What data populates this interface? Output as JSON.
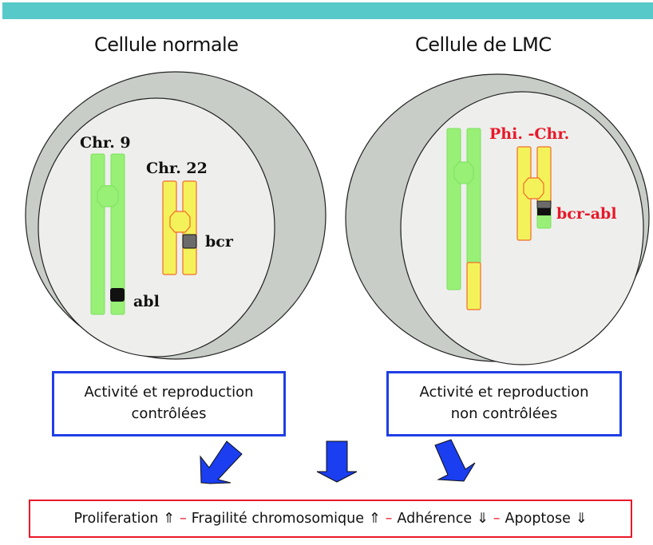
{
  "header": {
    "bar_color": "#57c9c9"
  },
  "panels": {
    "left": {
      "title": "Cellule normale",
      "labels": {
        "chr9": "Chr. 9",
        "chr22": "Chr. 22",
        "bcr": "bcr",
        "abl": "abl"
      }
    },
    "right": {
      "title": "Cellule de LMC",
      "labels": {
        "philadelphia": "Phi. -Chr.",
        "fusion": "bcr-abl"
      }
    }
  },
  "boxes": {
    "left": {
      "line1": "Activité et reproduction",
      "line2": "contrôlées"
    },
    "right": {
      "line1": "Activité et reproduction",
      "line2": "non contrôlées"
    }
  },
  "summary": {
    "items": [
      {
        "label": "Proliferation",
        "arrow": "⇑",
        "trend": "up"
      },
      {
        "label": "Fragilité chromosomique",
        "arrow": "⇑",
        "trend": "up"
      },
      {
        "label": "Adhérence",
        "arrow": "⇓",
        "trend": "down"
      },
      {
        "label": "Apoptose",
        "arrow": "⇓",
        "trend": "down"
      }
    ],
    "separator": "–"
  },
  "colors": {
    "chr9": "#98f077",
    "chr22": "#f4f25a",
    "chr22_outline": "#f26b2a",
    "cell_outer": "#c8cdc8",
    "cell_inner": "#eeefec",
    "box_border": "#1f3fe6",
    "summary_border": "#e8182a",
    "arrow_fill": "#1a3ef0"
  }
}
